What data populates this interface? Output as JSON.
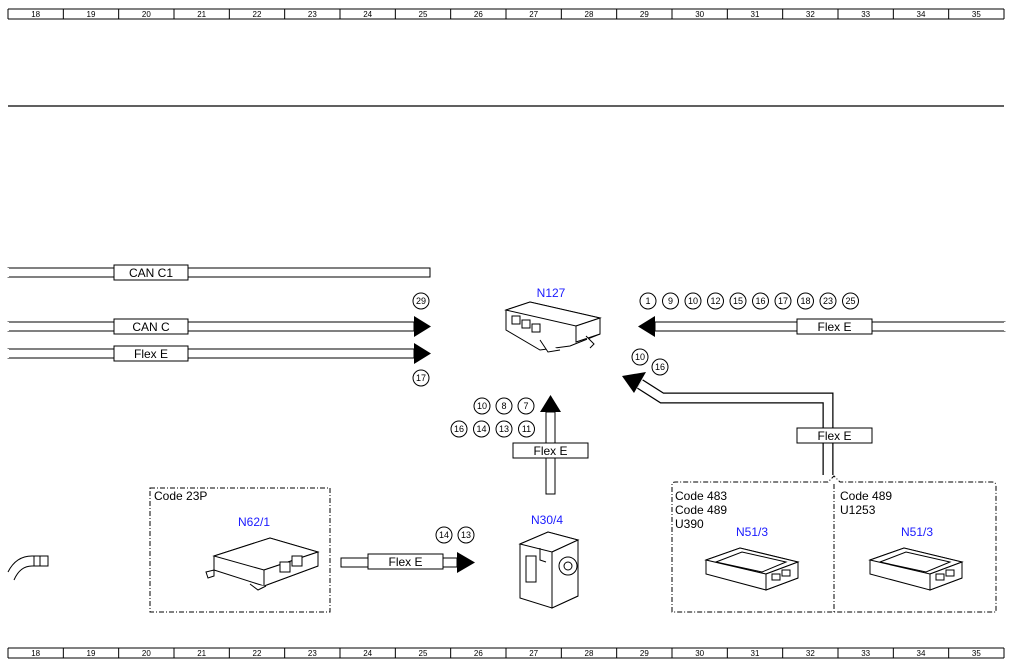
{
  "grid_numbers": [
    "18",
    "19",
    "20",
    "21",
    "22",
    "23",
    "24",
    "25",
    "26",
    "27",
    "28",
    "29",
    "30",
    "31",
    "32",
    "33",
    "34",
    "35"
  ],
  "buses": {
    "can_c1": "CAN C1",
    "can_c": "CAN C",
    "flex_e_left": "Flex E",
    "flex_e_right": "Flex E",
    "flex_e_mid": "Flex E",
    "flex_e_up": "Flex E",
    "flex_e_bottom": "Flex E"
  },
  "circles": {
    "can_c_top": [
      "29"
    ],
    "flex_e_left_bottom": [
      "17"
    ],
    "right_top": [
      "1",
      "9",
      "10",
      "12",
      "15",
      "16",
      "17",
      "18",
      "23",
      "25"
    ],
    "diag": [
      "10",
      "16"
    ],
    "up_row1": [
      "10",
      "8",
      "7"
    ],
    "up_row2": [
      "16",
      "14",
      "13",
      "11"
    ],
    "bottom": [
      "14",
      "13"
    ]
  },
  "components": {
    "n127": "N127",
    "n62_1": "N62/1",
    "n30_4": "N30/4",
    "n51_3_a": "N51/3",
    "n51_3_b": "N51/3"
  },
  "codes": {
    "box_23p": [
      "Code 23P"
    ],
    "box_483": [
      "Code 483",
      "Code 489",
      "U390"
    ],
    "box_489": [
      "Code 489",
      "U1253"
    ]
  },
  "colors": {
    "component_label": "#1a1aff",
    "line": "#000000"
  }
}
